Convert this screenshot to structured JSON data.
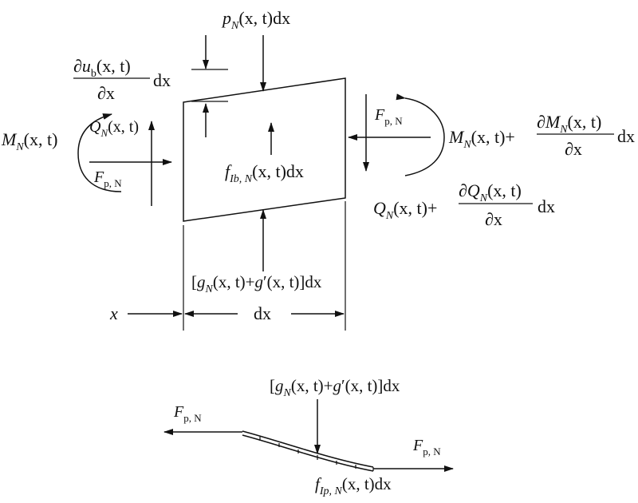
{
  "labels": {
    "p_top": {
      "v": "p",
      "sub": "N",
      "rest": "(x, t)dx"
    },
    "du_num": {
      "d": "∂",
      "u": "u",
      "sub": "b",
      "rest": "(x, t)"
    },
    "du_den": "∂x",
    "du_dx": "dx",
    "m_left": {
      "v": "M",
      "sub": "N",
      "rest": "(x, t)"
    },
    "q_left": {
      "v": "Q",
      "sub": "N",
      "rest": "(x, t)"
    },
    "f_left": {
      "v": "F",
      "sub": "p, N"
    },
    "f_inertia": {
      "v": "f",
      "sub": "Ib, N",
      "rest": "(x, t)dx"
    },
    "f_right": {
      "v": "F",
      "sub": "p, N"
    },
    "m_right": {
      "v": "M",
      "sub": "N",
      "rest": "(x, t)+"
    },
    "m_right_num": {
      "d": "∂",
      "v": "M",
      "sub": "N",
      "rest": "(x, t)"
    },
    "m_right_den": "∂x",
    "m_right_dx": "dx",
    "q_right": {
      "v": "Q",
      "sub": "N",
      "rest": "(x, t)+"
    },
    "q_right_num": {
      "d": "∂",
      "v": "Q",
      "sub": "N",
      "rest": "(x, t)"
    },
    "q_right_den": "∂x",
    "q_right_dx": "dx",
    "g_upper": {
      "pre": "[",
      "v": "g",
      "sub": "N",
      "mid": "(x, t)+",
      "v2": "g",
      "rest": "′(x, t)]dx"
    },
    "x_dim": "x",
    "dx_dim": "dx",
    "g_lower": {
      "pre": "[",
      "v": "g",
      "sub": "N",
      "mid": "(x, t)+",
      "v2": "g",
      "rest": "′(x, t)]dx"
    },
    "f_lower_left": {
      "v": "F",
      "sub": "p, N"
    },
    "f_lower_right": {
      "v": "F",
      "sub": "p, N"
    },
    "f_lower_inertia": {
      "v": "f",
      "sub": "Ip, N",
      "rest": "(x, t)dx"
    }
  }
}
